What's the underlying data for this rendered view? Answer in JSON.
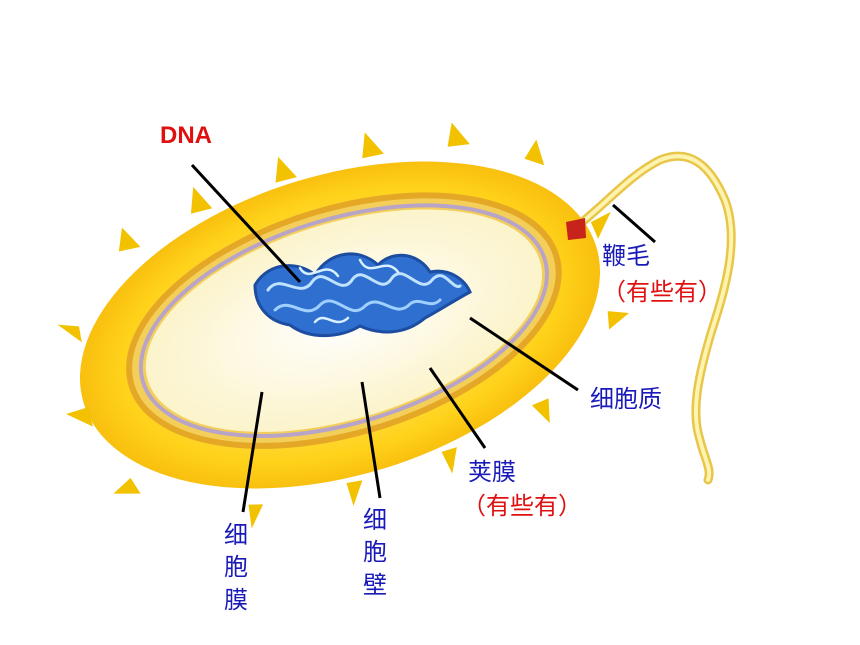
{
  "labels": {
    "dna": "DNA",
    "flagellum": "鞭毛",
    "flagellum_note": "（有些有）",
    "cytoplasm": "细胞质",
    "capsule": "荚膜",
    "capsule_note": "（有些有）",
    "cell_wall": [
      "细",
      "胞",
      "壁"
    ],
    "cell_membrane": [
      "细",
      "胞",
      "膜"
    ]
  },
  "colors": {
    "capsule_outer": "#f5c400",
    "capsule_inner": "#ffe34d",
    "cell_wall": "#e9b23a",
    "membrane": "#b7a4c8",
    "cytoplasm": "#fdf7cf",
    "dna": "#2f6fd0",
    "flagellum": "#f7e27a",
    "label_blue": "#1a1ab8",
    "label_red": "#e01010"
  }
}
